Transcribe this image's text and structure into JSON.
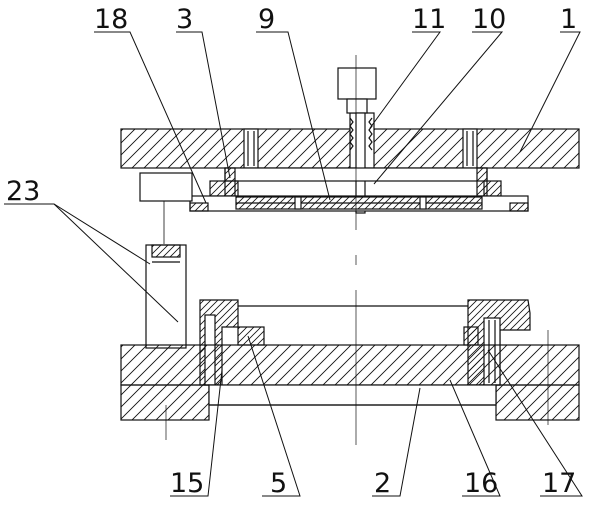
{
  "labels": {
    "l18": "18",
    "l3": "3",
    "l9": "9",
    "l11": "11",
    "l10": "10",
    "l1": "1",
    "l23": "23",
    "l15": "15",
    "l5": "5",
    "l2": "2",
    "l16": "16",
    "l17": "17"
  },
  "colors": {
    "line": "#111111",
    "background": "#ffffff"
  }
}
